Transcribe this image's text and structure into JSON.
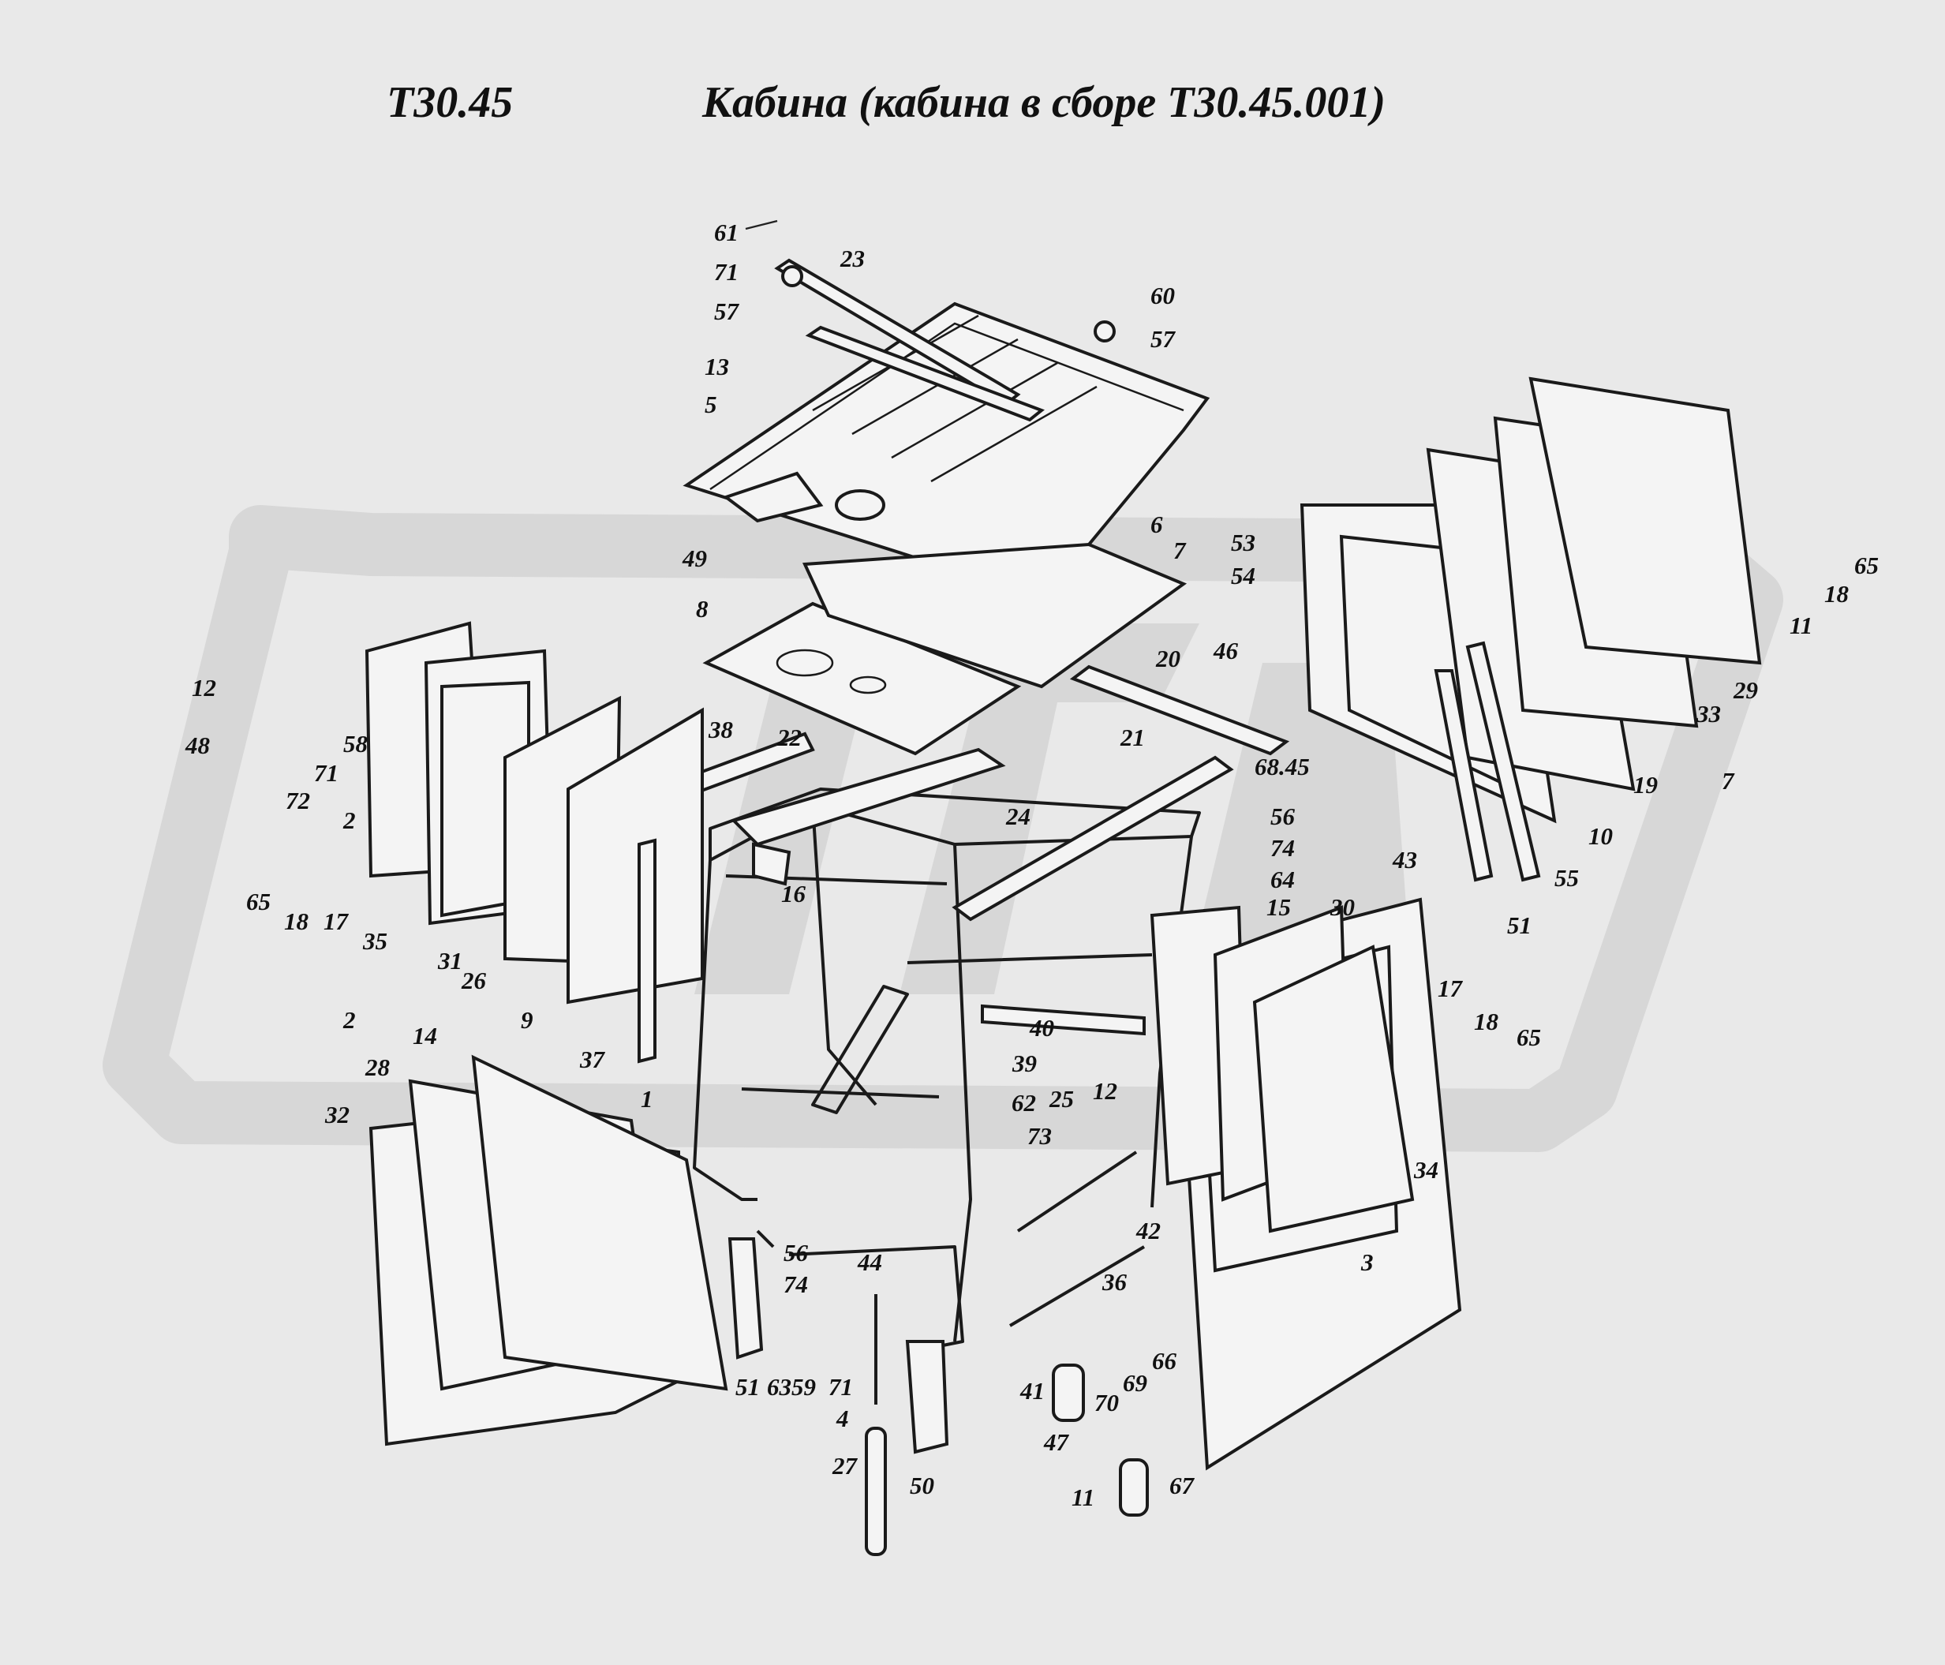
{
  "header": {
    "code": "Т30.45",
    "title": "Кабина (кабина в сборе Т30.45.001)"
  },
  "callouts": [
    {
      "id": "61",
      "t": "61"
    },
    {
      "id": "71a",
      "t": "71"
    },
    {
      "id": "23",
      "t": "23"
    },
    {
      "id": "57a",
      "t": "57"
    },
    {
      "id": "60",
      "t": "60"
    },
    {
      "id": "57b",
      "t": "57"
    },
    {
      "id": "13",
      "t": "13"
    },
    {
      "id": "5",
      "t": "5"
    },
    {
      "id": "6",
      "t": "6"
    },
    {
      "id": "7a",
      "t": "7"
    },
    {
      "id": "53",
      "t": "53"
    },
    {
      "id": "54",
      "t": "54"
    },
    {
      "id": "49",
      "t": "49"
    },
    {
      "id": "8",
      "t": "8"
    },
    {
      "id": "65a",
      "t": "65"
    },
    {
      "id": "18a",
      "t": "18"
    },
    {
      "id": "11a",
      "t": "11"
    },
    {
      "id": "29",
      "t": "29"
    },
    {
      "id": "33",
      "t": "33"
    },
    {
      "id": "12a",
      "t": "12"
    },
    {
      "id": "48",
      "t": "48"
    },
    {
      "id": "58",
      "t": "58"
    },
    {
      "id": "71b",
      "t": "71"
    },
    {
      "id": "72",
      "t": "72"
    },
    {
      "id": "2a",
      "t": "2"
    },
    {
      "id": "38",
      "t": "38"
    },
    {
      "id": "22",
      "t": "22"
    },
    {
      "id": "46",
      "t": "46"
    },
    {
      "id": "20",
      "t": "20"
    },
    {
      "id": "21",
      "t": "21"
    },
    {
      "id": "6845",
      "t": "68.45"
    },
    {
      "id": "19",
      "t": "19"
    },
    {
      "id": "7b",
      "t": "7"
    },
    {
      "id": "56a",
      "t": "56"
    },
    {
      "id": "24",
      "t": "24"
    },
    {
      "id": "74a",
      "t": "74"
    },
    {
      "id": "64",
      "t": "64"
    },
    {
      "id": "10",
      "t": "10"
    },
    {
      "id": "43",
      "t": "43"
    },
    {
      "id": "55",
      "t": "55"
    },
    {
      "id": "65b",
      "t": "65"
    },
    {
      "id": "18b",
      "t": "18"
    },
    {
      "id": "17a",
      "t": "17"
    },
    {
      "id": "16",
      "t": "16"
    },
    {
      "id": "15",
      "t": "15"
    },
    {
      "id": "30",
      "t": "30"
    },
    {
      "id": "51a",
      "t": "51"
    },
    {
      "id": "35",
      "t": "35"
    },
    {
      "id": "31",
      "t": "31"
    },
    {
      "id": "26",
      "t": "26"
    },
    {
      "id": "9",
      "t": "9"
    },
    {
      "id": "17b",
      "t": "17"
    },
    {
      "id": "18c",
      "t": "18"
    },
    {
      "id": "65c",
      "t": "65"
    },
    {
      "id": "2b",
      "t": "2"
    },
    {
      "id": "14",
      "t": "14"
    },
    {
      "id": "40",
      "t": "40"
    },
    {
      "id": "37",
      "t": "37"
    },
    {
      "id": "28",
      "t": "28"
    },
    {
      "id": "39",
      "t": "39"
    },
    {
      "id": "1",
      "t": "1"
    },
    {
      "id": "62",
      "t": "62"
    },
    {
      "id": "25",
      "t": "25"
    },
    {
      "id": "12b",
      "t": "12"
    },
    {
      "id": "32",
      "t": "32"
    },
    {
      "id": "73",
      "t": "73"
    },
    {
      "id": "34",
      "t": "34"
    },
    {
      "id": "42",
      "t": "42"
    },
    {
      "id": "56b",
      "t": "56"
    },
    {
      "id": "44",
      "t": "44"
    },
    {
      "id": "74b",
      "t": "74"
    },
    {
      "id": "36",
      "t": "36"
    },
    {
      "id": "3",
      "t": "3"
    },
    {
      "id": "66",
      "t": "66"
    },
    {
      "id": "51b",
      "t": "51"
    },
    {
      "id": "6359",
      "t": "6359"
    },
    {
      "id": "71c",
      "t": "71"
    },
    {
      "id": "41",
      "t": "41"
    },
    {
      "id": "70",
      "t": "70"
    },
    {
      "id": "69",
      "t": "69"
    },
    {
      "id": "4",
      "t": "4"
    },
    {
      "id": "47",
      "t": "47"
    },
    {
      "id": "27",
      "t": "27"
    },
    {
      "id": "50",
      "t": "50"
    },
    {
      "id": "11b",
      "t": "11"
    },
    {
      "id": "67",
      "t": "67"
    }
  ]
}
